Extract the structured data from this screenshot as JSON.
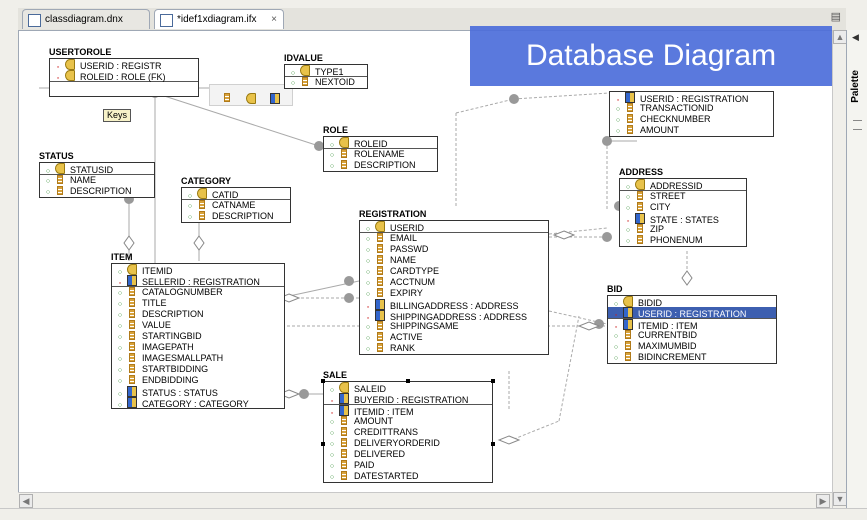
{
  "tabs": [
    {
      "label": "classdiagram.dnx",
      "active": false
    },
    {
      "label": "*idef1xdiagram.ifx",
      "active": true
    }
  ],
  "tab_close_glyph": "×",
  "palette": {
    "label": "Palette"
  },
  "overlay_title": "Database Diagram",
  "keys_label": "Keys",
  "entities": {
    "usertorole": {
      "name": "USERTOROLE",
      "rows": [
        "USERID : REGISTR",
        "ROLEID : ROLE (FK)"
      ]
    },
    "idvalue": {
      "name": "IDVALUE",
      "rows": [
        "TYPE1",
        "NEXTOID"
      ]
    },
    "role": {
      "name": "ROLE",
      "rows": [
        "ROLEID",
        "ROLENAME",
        "DESCRIPTION"
      ]
    },
    "status": {
      "name": "STATUS",
      "rows": [
        "STATUSID",
        "NAME",
        "DESCRIPTION"
      ]
    },
    "category": {
      "name": "CATEGORY",
      "rows": [
        "CATID",
        "CATNAME",
        "DESCRIPTION"
      ]
    },
    "payment": {
      "rows": [
        "USERID : REGISTRATION",
        "TRANSACTIONID",
        "CHECKNUMBER",
        "AMOUNT"
      ]
    },
    "address": {
      "name": "ADDRESS",
      "rows": [
        "ADDRESSID",
        "STREET",
        "CITY",
        "STATE : STATES",
        "ZIP",
        "PHONENUM"
      ]
    },
    "registration": {
      "name": "REGISTRATION",
      "rows": [
        "USERID",
        "EMAIL",
        "PASSWD",
        "NAME",
        "CARDTYPE",
        "ACCTNUM",
        "EXPIRY",
        "BILLINGADDRESS : ADDRESS",
        "SHIPPINGADDRESS : ADDRESS",
        "SHIPPINGSAME",
        "ACTIVE",
        "RANK"
      ]
    },
    "item": {
      "name": "ITEM",
      "rows": [
        "ITEMID",
        "SELLERID : REGISTRATION",
        "CATALOGNUMBER",
        "TITLE",
        "DESCRIPTION",
        "VALUE",
        "STARTINGBID",
        "IMAGEPATH",
        "IMAGESMALLPATH",
        "STARTBIDDING",
        "ENDBIDDING",
        "STATUS : STATUS",
        "CATEGORY : CATEGORY"
      ]
    },
    "bid": {
      "name": "BID",
      "rows": [
        "BIDID",
        "USERID : REGISTRATION",
        "ITEMID : ITEM",
        "CURRENTBID",
        "MAXIMUMBID",
        "BIDINCREMENT"
      ]
    },
    "sale": {
      "name": "SALE",
      "rows": [
        "SALEID",
        "BUYERID : REGISTRATION",
        "ITEMID : ITEM",
        "AMOUNT",
        "CREDITTRANS",
        "DELIVERYORDERID",
        "DELIVERED",
        "PAID",
        "DATESTARTED"
      ]
    }
  }
}
